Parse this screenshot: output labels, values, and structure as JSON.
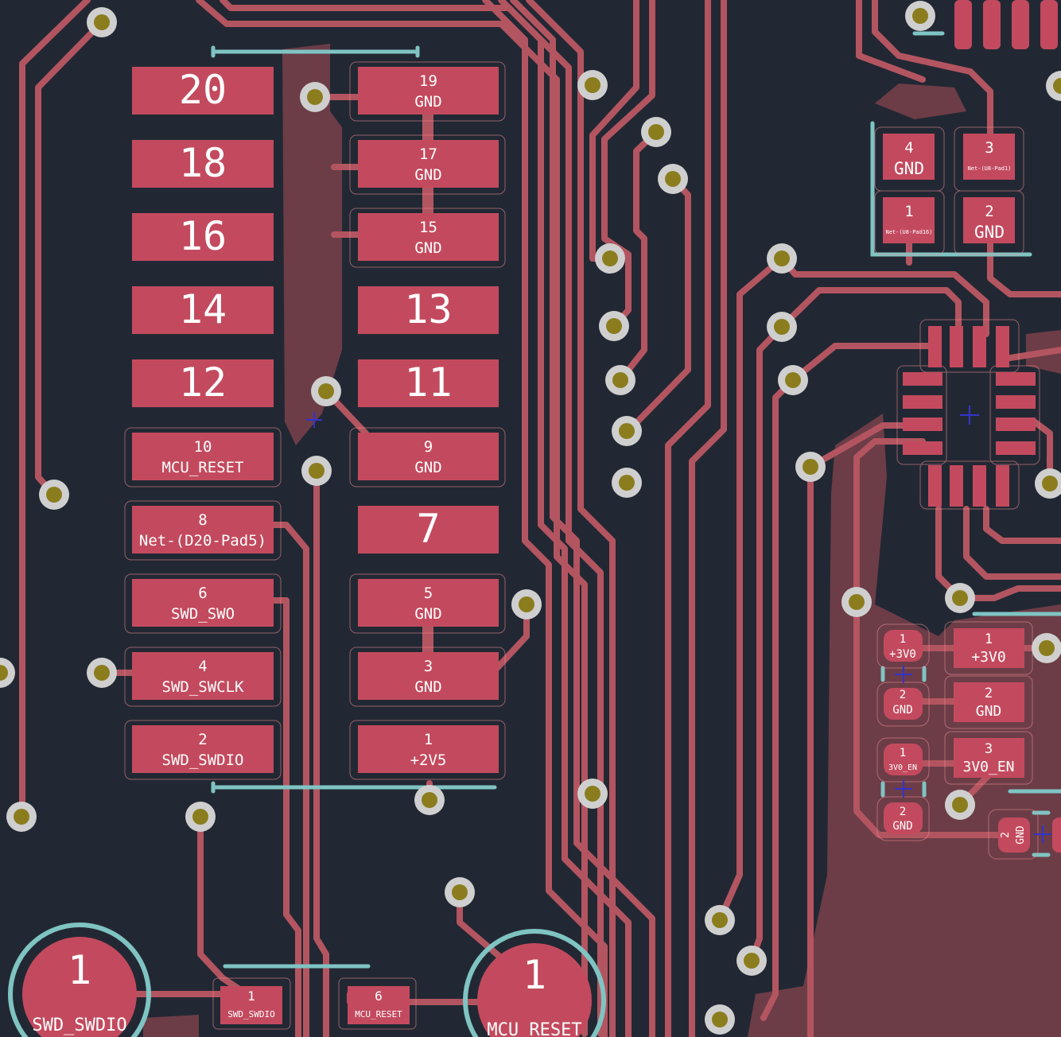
{
  "colors": {
    "background": "#222833",
    "copper_pad": "#c34a5e",
    "trace": "#b35560",
    "zone": "#6c3d47",
    "silkscreen": "#7fc4c3",
    "via_ring": "#cfcfcf",
    "via_hole": "#8b7d1e"
  },
  "connector": {
    "left_pads": [
      {
        "num": "20",
        "net": ""
      },
      {
        "num": "18",
        "net": ""
      },
      {
        "num": "16",
        "net": ""
      },
      {
        "num": "14",
        "net": ""
      },
      {
        "num": "12",
        "net": ""
      },
      {
        "num": "10",
        "net": "MCU_RESET"
      },
      {
        "num": "8",
        "net": "Net-(D20-Pad5)"
      },
      {
        "num": "6",
        "net": "SWD_SWO"
      },
      {
        "num": "4",
        "net": "SWD_SWCLK"
      },
      {
        "num": "2",
        "net": "SWD_SWDIO"
      }
    ],
    "right_pads": [
      {
        "num": "19",
        "net": "GND"
      },
      {
        "num": "17",
        "net": "GND"
      },
      {
        "num": "15",
        "net": "GND"
      },
      {
        "num": "13",
        "net": ""
      },
      {
        "num": "11",
        "net": ""
      },
      {
        "num": "9",
        "net": "GND"
      },
      {
        "num": "7",
        "net": ""
      },
      {
        "num": "5",
        "net": "GND"
      },
      {
        "num": "3",
        "net": "GND"
      },
      {
        "num": "1",
        "net": "+2V5"
      }
    ]
  },
  "small_ic": {
    "pads": [
      {
        "num": "4",
        "net": "GND"
      },
      {
        "num": "3",
        "net": "Net-(U8-Pad1)"
      },
      {
        "num": "1",
        "net": "Net-(U8-Pad16)"
      },
      {
        "num": "2",
        "net": "GND"
      }
    ]
  },
  "regulator": {
    "cap_pads": [
      {
        "num": "1",
        "net": "+3V0"
      },
      {
        "num": "2",
        "net": "GND"
      },
      {
        "num": "1",
        "net": "3V0_EN"
      },
      {
        "num": "2",
        "net": "GND"
      }
    ],
    "ic_pads": [
      {
        "num": "1",
        "net": "+3V0"
      },
      {
        "num": "2",
        "net": "GND"
      },
      {
        "num": "3",
        "net": "3V0_EN"
      }
    ],
    "partial_pad": {
      "num": "2",
      "net": "GND"
    }
  },
  "test_points": [
    {
      "num": "1",
      "net": "SWD_SWDIO"
    },
    {
      "num": "1",
      "net": "MCU_RESET"
    }
  ],
  "small_pads": [
    {
      "num": "1",
      "net": "SWD_SWDIO"
    },
    {
      "num": "6",
      "net": "MCU_RESET"
    }
  ]
}
